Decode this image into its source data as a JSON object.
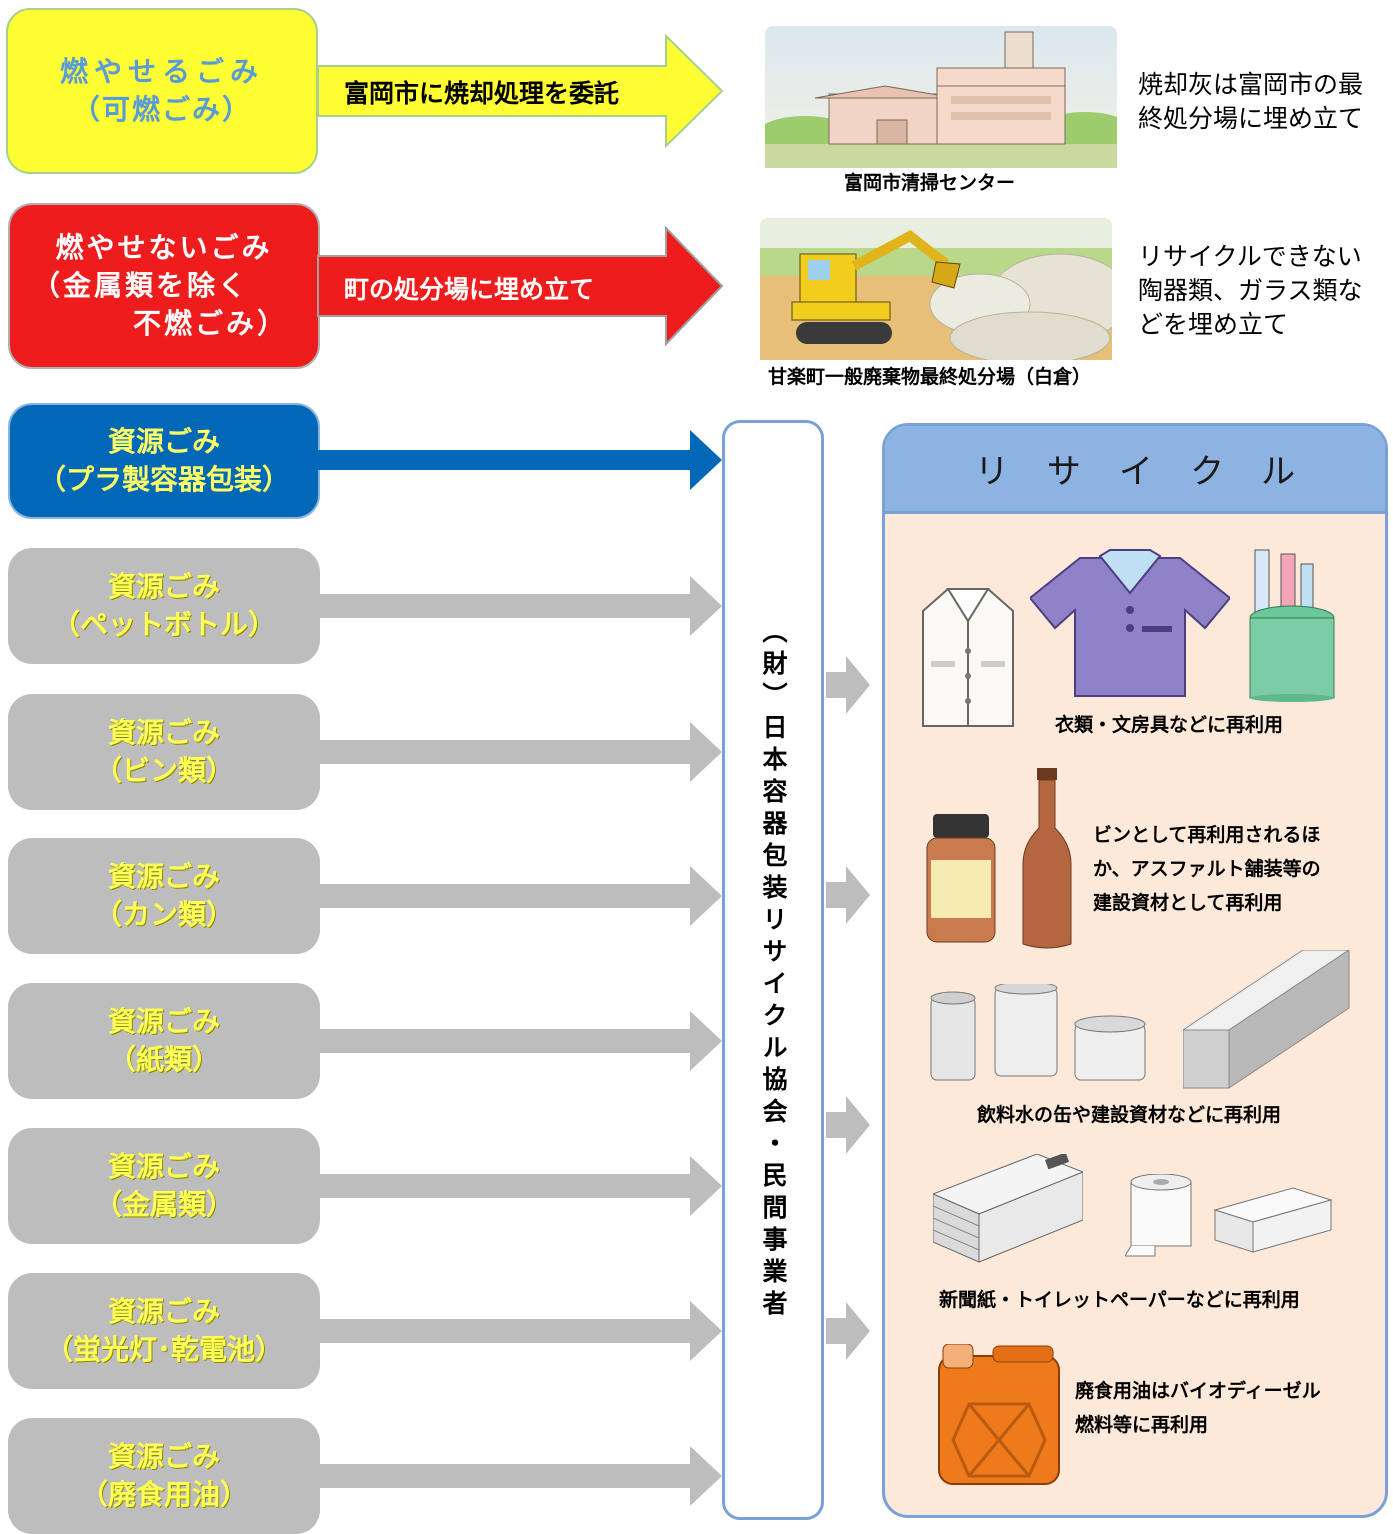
{
  "categories": {
    "burnable": {
      "line1": "燃やせるごみ",
      "line2": "（可燃ごみ）",
      "color": "#ffff33"
    },
    "nonburnable": {
      "line1": "燃やせないごみ",
      "line2": "（金属類を除く",
      "line3": "不燃ごみ）",
      "color": "#ee1c1c"
    },
    "plastic": {
      "line1": "資源ごみ",
      "line2": "（プラ製容器包装）",
      "color": "#0068b7"
    },
    "pet": {
      "line1": "資源ごみ",
      "line2": "（ペットボトル）"
    },
    "bottles": {
      "line1": "資源ごみ",
      "line2": "（ビン類）"
    },
    "cans": {
      "line1": "資源ごみ",
      "line2": "（カン類）"
    },
    "paper": {
      "line1": "資源ごみ",
      "line2": "（紙類）"
    },
    "metal": {
      "line1": "資源ごみ",
      "line2": "（金属類）"
    },
    "lamps": {
      "line1": "資源ごみ",
      "line2": "（蛍光灯･乾電池）"
    },
    "oil": {
      "line1": "資源ごみ",
      "line2": "（廃食用油）"
    }
  },
  "arrows": {
    "burnable_label": "富岡市に焼却処理を委託",
    "nonburnable_label": "町の処分場に埋め立て"
  },
  "facilities": {
    "incinerator_caption": "富岡市清掃センター",
    "landfill_caption": "甘楽町一般廃棄物最終処分場（白倉）"
  },
  "side_notes": {
    "ash_line1": "焼却灰は富岡市の最",
    "ash_line2": "終処分場に埋め立て",
    "landfill_line1": "リサイクルできない",
    "landfill_line2": "陶器類、ガラス類な",
    "landfill_line3": "どを埋め立て"
  },
  "processor": "（財）日本容器包装リサイクル協会・民間事業者",
  "recycle": {
    "title": "リサイクル",
    "clothing_note": "衣類・文房具などに再利用",
    "bottle_line1": "ビンとして再利用されるほ",
    "bottle_line2": "か、アスファルト舗装等の",
    "bottle_line3": "建設資材として再利用",
    "can_note": "飲料水の缶や建設資材などに再利用",
    "paper_note": "新聞紙・トイレットペーパーなどに再利用",
    "oil_line1": "廃食用油はバイオディーゼル",
    "oil_line2": "燃料等に再利用"
  },
  "icons": [
    "incinerator-building-icon",
    "excavator-landfill-icon",
    "shirt-icon",
    "polo-shirt-icon",
    "pen-cup-icon",
    "jar-icon",
    "bottle-icon",
    "can-icon",
    "steel-beam-icon",
    "newspaper-icon",
    "toilet-paper-icon",
    "paper-box-icon",
    "oil-canister-icon"
  ]
}
